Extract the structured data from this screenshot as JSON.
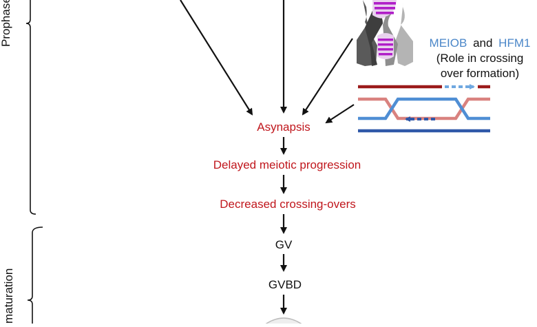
{
  "stages": {
    "prophase": "Prophase",
    "maturation": "maturation"
  },
  "proteins": {
    "meiob": "MEIOB",
    "and": "and",
    "hfm1": "HFM1",
    "role_line1": "(Role in crossing",
    "role_line2": "over formation)"
  },
  "pathway": {
    "asynapsis": "Asynapsis",
    "delayed": "Delayed meiotic progression",
    "decreased": "Decreased crossing-overs",
    "gv": "GV",
    "gvbd": "GVBD"
  },
  "colors": {
    "red_text": "#c0161c",
    "blue_text": "#4a86c8",
    "dark_red": "#9b1b1b",
    "light_red": "#d9827f",
    "mid_blue": "#4f8ed4",
    "dark_blue": "#2f58a8",
    "purple": "#b01ec8",
    "chromosome_dark": "#555555",
    "chromosome_light": "#aaaaaa"
  }
}
